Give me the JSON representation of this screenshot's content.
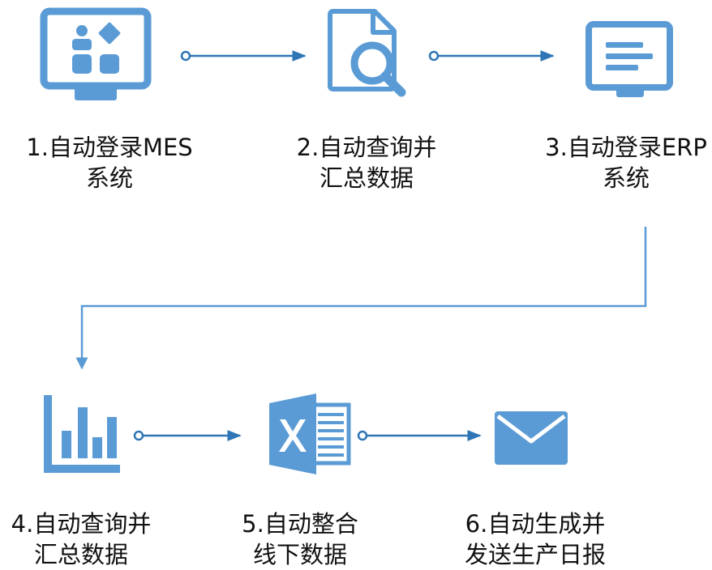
{
  "colors": {
    "icon": "#5b9bd5",
    "icon_light": "#d6e6f6",
    "arrow": "#2e75b6",
    "text": "#111111"
  },
  "steps": [
    {
      "number": "1.",
      "line1": "自动登录MES",
      "line2": "系统",
      "icon": "monitor-apps-icon"
    },
    {
      "number": "2.",
      "line1": "自动查询并",
      "line2": "汇总数据",
      "icon": "document-search-icon"
    },
    {
      "number": "3.",
      "line1": "自动登录ERP",
      "line2": "系统",
      "icon": "monitor-text-icon"
    },
    {
      "number": "4.",
      "line1": "自动查询并",
      "line2": "汇总数据",
      "icon": "bar-chart-icon"
    },
    {
      "number": "5.",
      "line1": "自动整合",
      "line2": "线下数据",
      "icon": "excel-icon"
    },
    {
      "number": "6.",
      "line1": "自动生成并",
      "line2": "发送生产日报",
      "icon": "envelope-icon"
    }
  ]
}
